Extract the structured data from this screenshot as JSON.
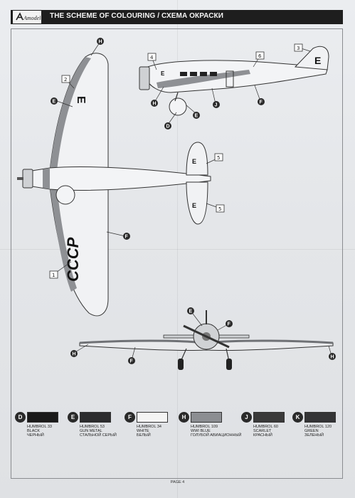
{
  "header": {
    "brand": "Amodel",
    "title": "THE SCHEME OF COLOURING / СХЕМА ОКРАСКИ"
  },
  "markings": {
    "wing_registration": "СССР",
    "fuselage_letter": "E",
    "tail_letter": "E",
    "wing_letter": "E",
    "stab_letter_upper": "E",
    "stab_letter_lower": "E"
  },
  "decal_numbers": [
    "1",
    "2",
    "3",
    "4",
    "5",
    "5",
    "6"
  ],
  "callouts": [
    "D",
    "E",
    "F",
    "H",
    "J",
    "K"
  ],
  "colors": [
    {
      "letter": "D",
      "swatch": "#1a1a1a",
      "brand_code": "HUMBROL 33",
      "name_en": "BLACK",
      "name_ru": "ЧЕРНЫЙ"
    },
    {
      "letter": "E",
      "swatch": "#2c2c2e",
      "brand_code": "HUMBROL 53",
      "name_en": "GUN METAL",
      "name_ru": "СТАЛЬНОЙ СЕРЫЙ"
    },
    {
      "letter": "F",
      "swatch": "#f4f4f4",
      "brand_code": "HUMBROL 34",
      "name_en": "WHITE",
      "name_ru": "БЕЛЫЙ"
    },
    {
      "letter": "H",
      "swatch": "#8c8e92",
      "brand_code": "HUMBROL 109",
      "name_en": "WWI BLUE",
      "name_ru": "ГОЛУБОЙ АВИАЦИОННЫЙ"
    },
    {
      "letter": "J",
      "swatch": "#3a3a3a",
      "brand_code": "HUMBROL 60",
      "name_en": "SCARLET",
      "name_ru": "КРАСНЫЙ"
    },
    {
      "letter": "K",
      "swatch": "#343436",
      "brand_code": "HUMBROL 120",
      "name_en": "GREEN",
      "name_ru": "ЗЕЛЕНЫЙ"
    }
  ],
  "footer": {
    "page": "PAGE 4"
  },
  "palette": {
    "ink": "#1c1c1c",
    "paper": "#e8eaed",
    "header_bar": "#1e1e1e"
  }
}
